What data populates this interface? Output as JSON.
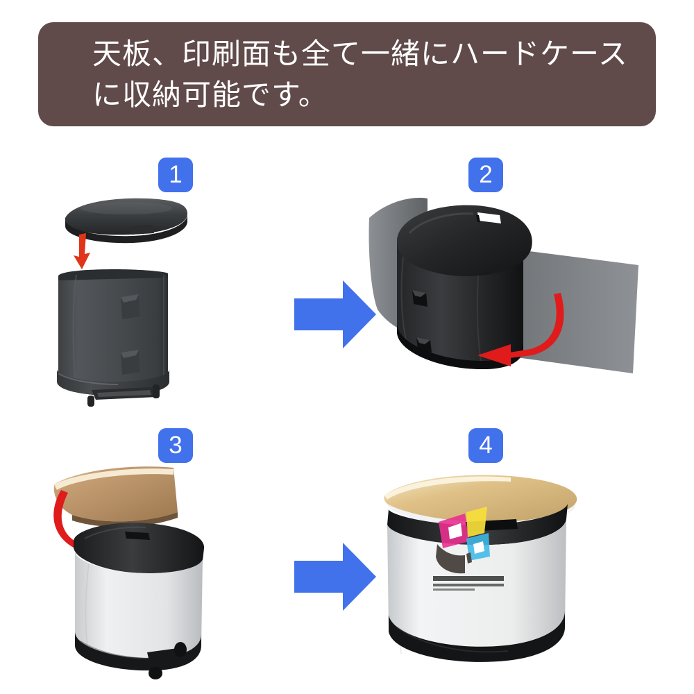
{
  "banner": {
    "line1": "天板、印刷面も全て一緒にハードケース",
    "line2": "に収納可能です。",
    "background_color": "#604A4A",
    "text_color": "#FFFFFF"
  },
  "theme": {
    "page_background": "#FFFFFF",
    "badge_color": "#4271EC",
    "connector_arrow_color": "#4271EC",
    "action_arrow_color": "#E01B1B",
    "case_dark_color": "#46494B",
    "case_black_color": "#1C1C1C",
    "wrap_gray_color": "#7E8184",
    "counter_white_color": "#F2F3F4",
    "tabletop_tan_color": "#B08A62"
  },
  "steps": [
    {
      "number": "1",
      "name": "hard-case-with-lid-removed",
      "arrow_name": "red-down-arrow"
    },
    {
      "number": "2",
      "name": "case-with-graphic-wrap",
      "arrow_name": "red-curved-arrow-left"
    },
    {
      "number": "3",
      "name": "wrapped-counter-with-tabletop",
      "arrow_name": "red-curved-arrow-right"
    },
    {
      "number": "4",
      "name": "finished-promotional-counter",
      "logo_name": "cmyk-printing-logo"
    }
  ],
  "connectors": [
    {
      "name": "connector-arrow-step1-to-step2",
      "direction": "right"
    },
    {
      "name": "connector-arrow-step3-to-step4",
      "direction": "right"
    }
  ]
}
